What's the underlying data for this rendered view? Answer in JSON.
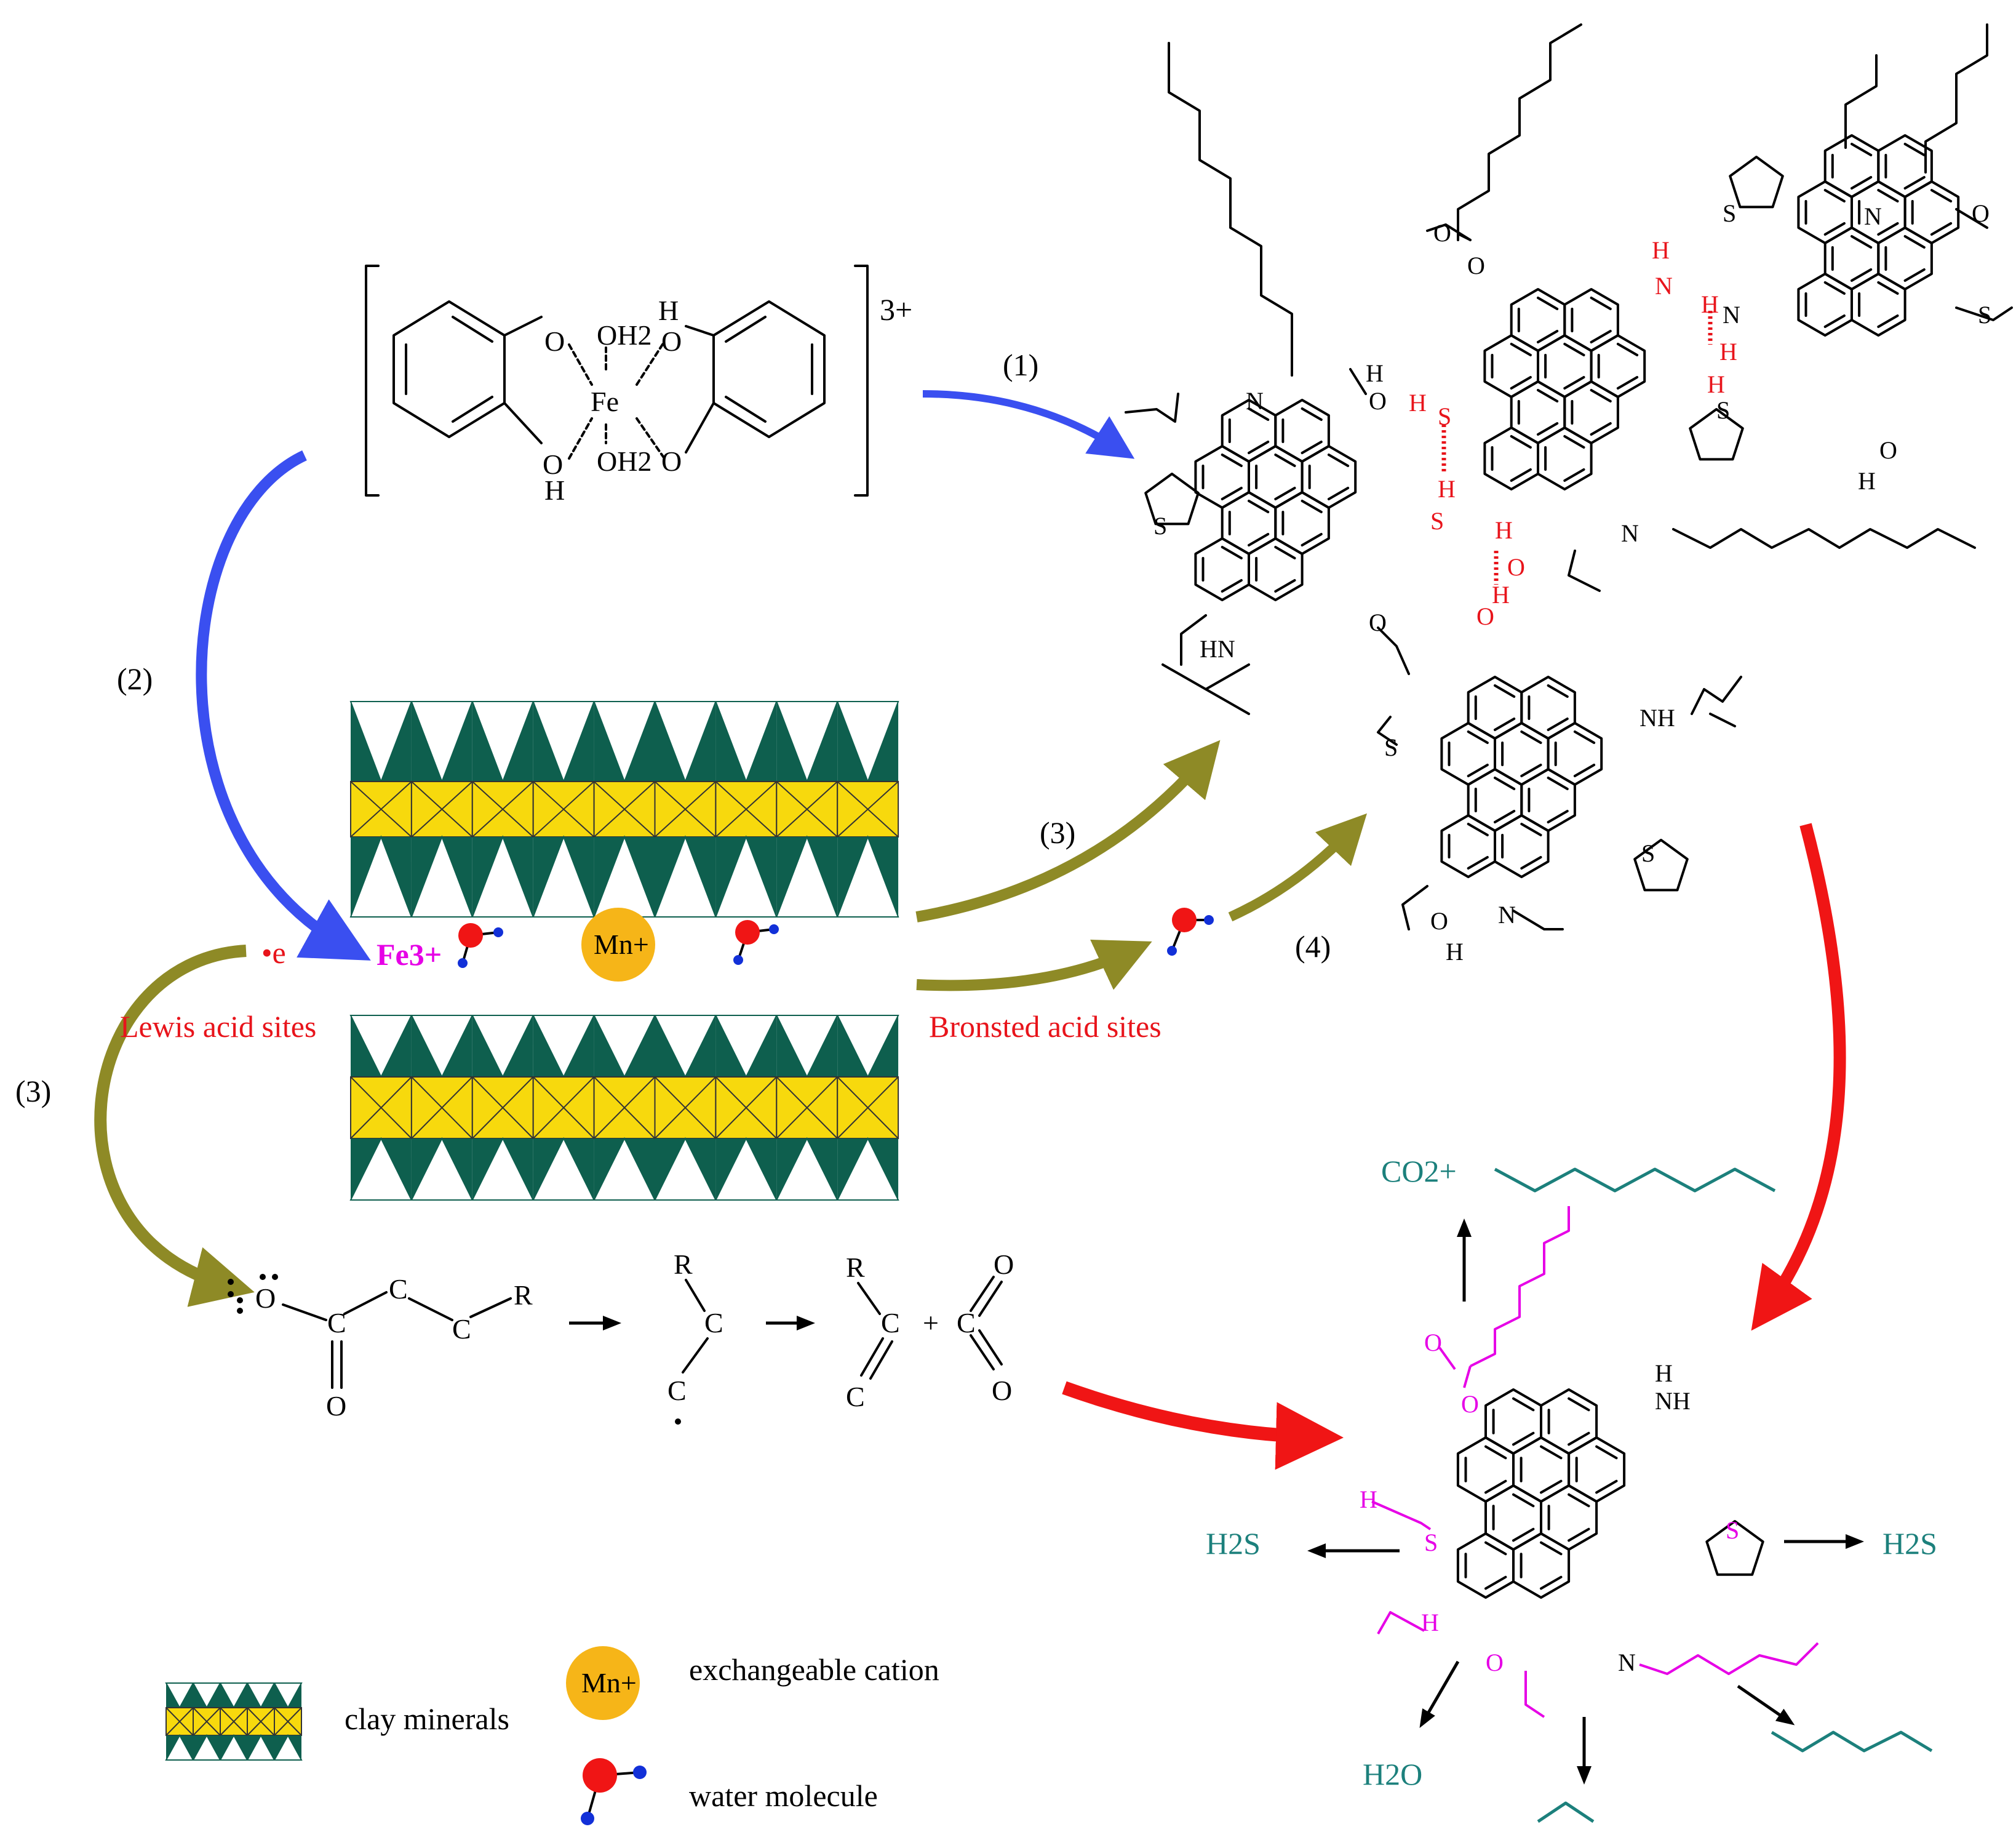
{
  "colors": {
    "blue_arrow": "#3a4ff0",
    "olive_arrow": "#8e8a26",
    "red_arrow": "#f01515",
    "clay_green": "#0e5f4e",
    "clay_yellow": "#f7d90d",
    "cation_orange": "#f6b518",
    "water_red": "#f01515",
    "water_blue": "#1230d8",
    "label_red": "#e8141b",
    "fe_magenta": "#e600e6",
    "product_teal": "#1c807c"
  },
  "steps": {
    "step1": "(1)",
    "step2": "(2)",
    "step3_upper": "(3)",
    "step3_left": "(3)",
    "step4": "(4)"
  },
  "complex": {
    "charge": "3+",
    "center": "Fe",
    "ligand_o": "O",
    "oh": "OH",
    "h": "H",
    "aqua_top": "OH2",
    "aqua_bottom": "OH2",
    "ho": "HO"
  },
  "interlayer": {
    "electron": "•e",
    "fe_ion": "Fe3+",
    "cation": "Mn+",
    "lewis": "Lewis acid sites",
    "bronsted": "Bronsted acid sites"
  },
  "mechanism": {
    "o_lone": "O",
    "c1": "C",
    "c2": "C",
    "c3": "C",
    "r1": "R",
    "o_double": "O",
    "r2": "R",
    "c_rad_top": "C",
    "c_rad_bottom": "C",
    "r3": "R",
    "c_top": "C",
    "c_bottom": "C",
    "plus": "+",
    "co2_c": "C",
    "co2_o_top": "O",
    "co2_o_bottom": "O"
  },
  "kerogen_labels": {
    "N": "N",
    "S": "S",
    "O": "O",
    "OH_H": "H",
    "HN": "HN",
    "NH": "NH",
    "H": "H"
  },
  "products": {
    "co2": "CO2+",
    "h2s_left": "H2S",
    "h2s_right": "H2S",
    "h2o": "H2O",
    "nh_h": "H",
    "nh": "NH"
  },
  "legend": {
    "clay": "clay minerals",
    "cation": "exchangeable cation",
    "cation_symbol": "Mn+",
    "water": "water molecule"
  }
}
